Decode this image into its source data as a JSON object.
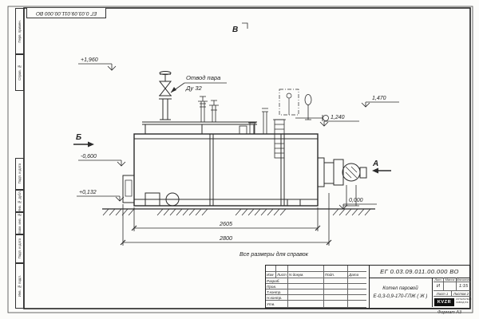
{
  "frame": {
    "top_stamp": "ЕГ 0.03.09.011.00.000  ВО",
    "format_note": "Формат А3",
    "side_labels": {
      "perv_primen": "Перв. примен.",
      "sprav_no": "Справ. №",
      "podp_data_1": "Подп. и дата",
      "inv_dubl": "Инв. № дубл.",
      "vzam_inv": "Взам. инв. №",
      "podp_data_2": "Подп. и дата",
      "inv_podl": "Инв. № подл."
    }
  },
  "drawing": {
    "note": "Все размеры для справок",
    "callout": {
      "line1": "Отвод пара",
      "line2": "Ду 32"
    },
    "views": {
      "top": "В",
      "left": "Б",
      "right": "А"
    },
    "elevations": {
      "plus_1960": "+1,960",
      "minus_0600": "-0,600",
      "plus_0132": "+0,132",
      "level_1240": "1,240",
      "level_1470": "1,470",
      "zero": "0,000"
    },
    "dimensions": {
      "inner": "2605",
      "overall": "2800"
    }
  },
  "title_block": {
    "doc_number": "ЕГ 0.03.09.011.00.000  ВО",
    "product_name": "Котел паровой",
    "product_type": "Е-0,3-0,9-170-ГЛЖ ( Ж )",
    "columns": {
      "izm": "Изм",
      "list": "Лист",
      "doc": "N докум.",
      "podp": "Подп.",
      "data": "Дата"
    },
    "rows": {
      "razrab": "Разраб.",
      "prov": "Пров.",
      "tkontr": "Т.контр.",
      "nkontr": "Н.контр.",
      "utv": "Утв."
    },
    "right": {
      "lit_label": "Лит.",
      "lit_value": "И",
      "massa_label": "Масса",
      "masshtab_label": "Масштаб",
      "scale": "1:15",
      "sheet": "Лист 1",
      "sheets": "Листов 2"
    },
    "logo": {
      "text": "KVZR",
      "company_line1": "КОТЕЛЬНЫЙ",
      "company_line2": "ЗАВОД РФ"
    }
  }
}
